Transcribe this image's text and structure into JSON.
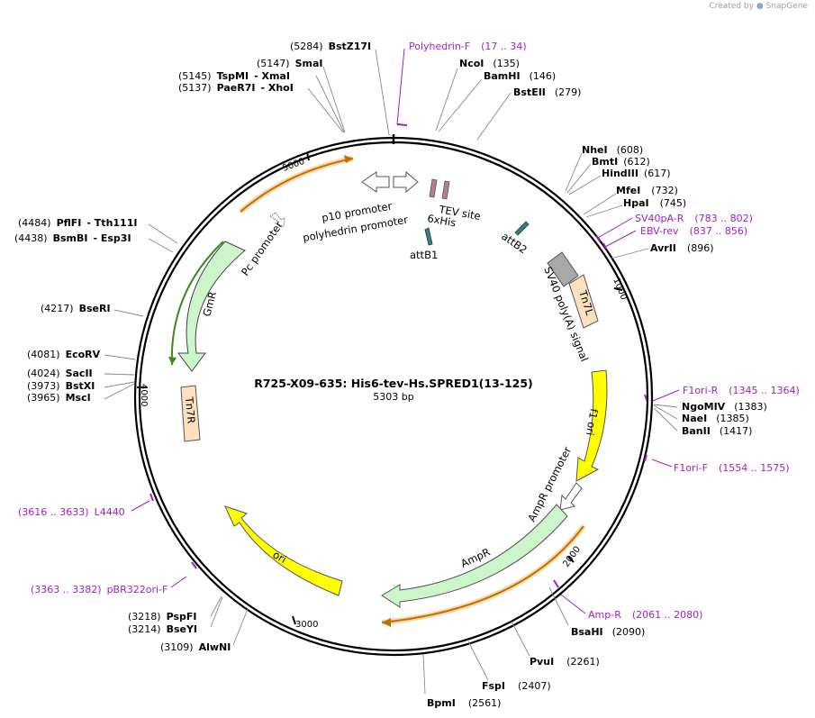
{
  "credit": {
    "prefix": "Created by",
    "brand": "SnapGene"
  },
  "title": "R725-X09-635: His6-tev-Hs.SPRED1(13-125)",
  "size_label": "5303 bp",
  "tick_labels": [
    "1000",
    "2000",
    "3000",
    "4000",
    "5000"
  ],
  "sites": [
    {
      "name": "BstZ17I",
      "pos": "(5284)"
    },
    {
      "name": "SmaI",
      "pos": "(5147)"
    },
    {
      "name": "TspMI",
      "pos": "(5145)",
      "extra": "- XmaI"
    },
    {
      "name": "PaeR7I",
      "pos": "(5137)",
      "extra": "- XhoI"
    },
    {
      "name": "NcoI",
      "pos": "(135)"
    },
    {
      "name": "BamHI",
      "pos": "(146)"
    },
    {
      "name": "BstEII",
      "pos": "(279)"
    },
    {
      "name": "NheI",
      "pos": "(608)"
    },
    {
      "name": "BmtI",
      "pos": "(612)"
    },
    {
      "name": "HindIII",
      "pos": "(617)"
    },
    {
      "name": "MfeI",
      "pos": "(732)"
    },
    {
      "name": "HpaI",
      "pos": "(745)"
    },
    {
      "name": "AvrII",
      "pos": "(896)"
    },
    {
      "name": "PflFI",
      "pos": "(4484)",
      "extra": "- Tth111I"
    },
    {
      "name": "BsmBI",
      "pos": "(4438)",
      "extra": "- Esp3I"
    },
    {
      "name": "BseRI",
      "pos": "(4217)"
    },
    {
      "name": "EcoRV",
      "pos": "(4081)"
    },
    {
      "name": "SacII",
      "pos": "(4024)"
    },
    {
      "name": "BstXI",
      "pos": "(3973)"
    },
    {
      "name": "MscI",
      "pos": "(3965)"
    },
    {
      "name": "NgoMIV",
      "pos": "(1383)"
    },
    {
      "name": "NaeI",
      "pos": "(1385)"
    },
    {
      "name": "BanII",
      "pos": "(1417)"
    },
    {
      "name": "BsaHI",
      "pos": "(2090)"
    },
    {
      "name": "PvuI",
      "pos": "(2261)"
    },
    {
      "name": "FspI",
      "pos": "(2407)"
    },
    {
      "name": "BpmI",
      "pos": "(2561)"
    },
    {
      "name": "PspFI",
      "pos": "(3218)"
    },
    {
      "name": "BseYI",
      "pos": "(3214)"
    },
    {
      "name": "AlwNI",
      "pos": "(3109)"
    }
  ],
  "primers": [
    {
      "name": "Polyhedrin-F",
      "range": "(17 .. 34)"
    },
    {
      "name": "SV40pA-R",
      "range": "(783 .. 802)"
    },
    {
      "name": "EBV-rev",
      "range": "(837 .. 856)"
    },
    {
      "name": "F1ori-R",
      "range": "(1345 .. 1364)"
    },
    {
      "name": "F1ori-F",
      "range": "(1554 .. 1575)"
    },
    {
      "name": "Amp-R",
      "range": "(2061 .. 2080)"
    },
    {
      "name": "L4440",
      "range": "(3616 .. 3633)"
    },
    {
      "name": "pBR322ori-F",
      "range": "(3363 .. 3382)"
    }
  ],
  "features": {
    "p10": "p10 promoter",
    "polyhedrin": "polyhedrin promoter",
    "tev": "TEV site",
    "his": "6xHis",
    "attb1": "attB1",
    "attb2": "attB2",
    "sv40": "SV40 poly(A) signal",
    "tn7l": "Tn7L",
    "tn7r": "Tn7R",
    "f1ori": "f1 ori",
    "ampr_promoter": "AmpR promoter",
    "ampr": "AmpR",
    "ori": "ori",
    "gmr": "GmR",
    "pc_promoter": "Pc promoter"
  },
  "colors": {
    "backbone": "#000000",
    "primer": "#a020c8",
    "ampr": "#ccf5cc",
    "ori": "#ffff00",
    "tn7": "#fce0c0",
    "promoter": "#ffffff",
    "attb": "#2f7f8f",
    "tev": "#b08090",
    "sv40": "#a8a8a8",
    "orf_line": "#c07000"
  }
}
